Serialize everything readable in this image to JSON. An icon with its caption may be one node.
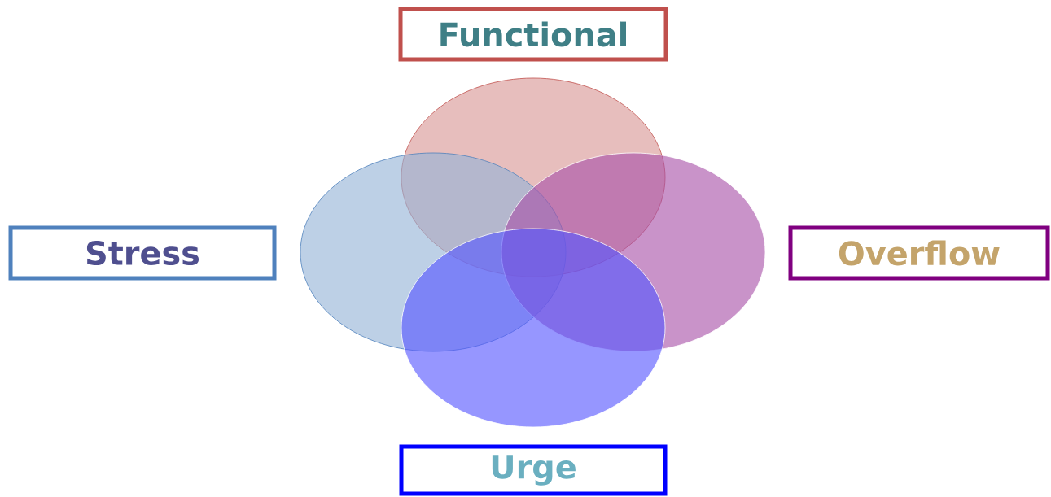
{
  "diagram": {
    "nodes": [
      {
        "text": [
          "Functional"
        ]
      },
      {
        "text": [],
        "shape": "ellipse"
      },
      {
        "text": [
          "Stress"
        ]
      },
      {
        "text": [],
        "shape": "ellipse"
      },
      {
        "text": [],
        "shape": "ellipse"
      },
      {
        "text": [
          "Overflow"
        ]
      },
      {
        "text": [],
        "shape": "ellipse"
      },
      {
        "text": [
          "Urge"
        ]
      }
    ]
  }
}
